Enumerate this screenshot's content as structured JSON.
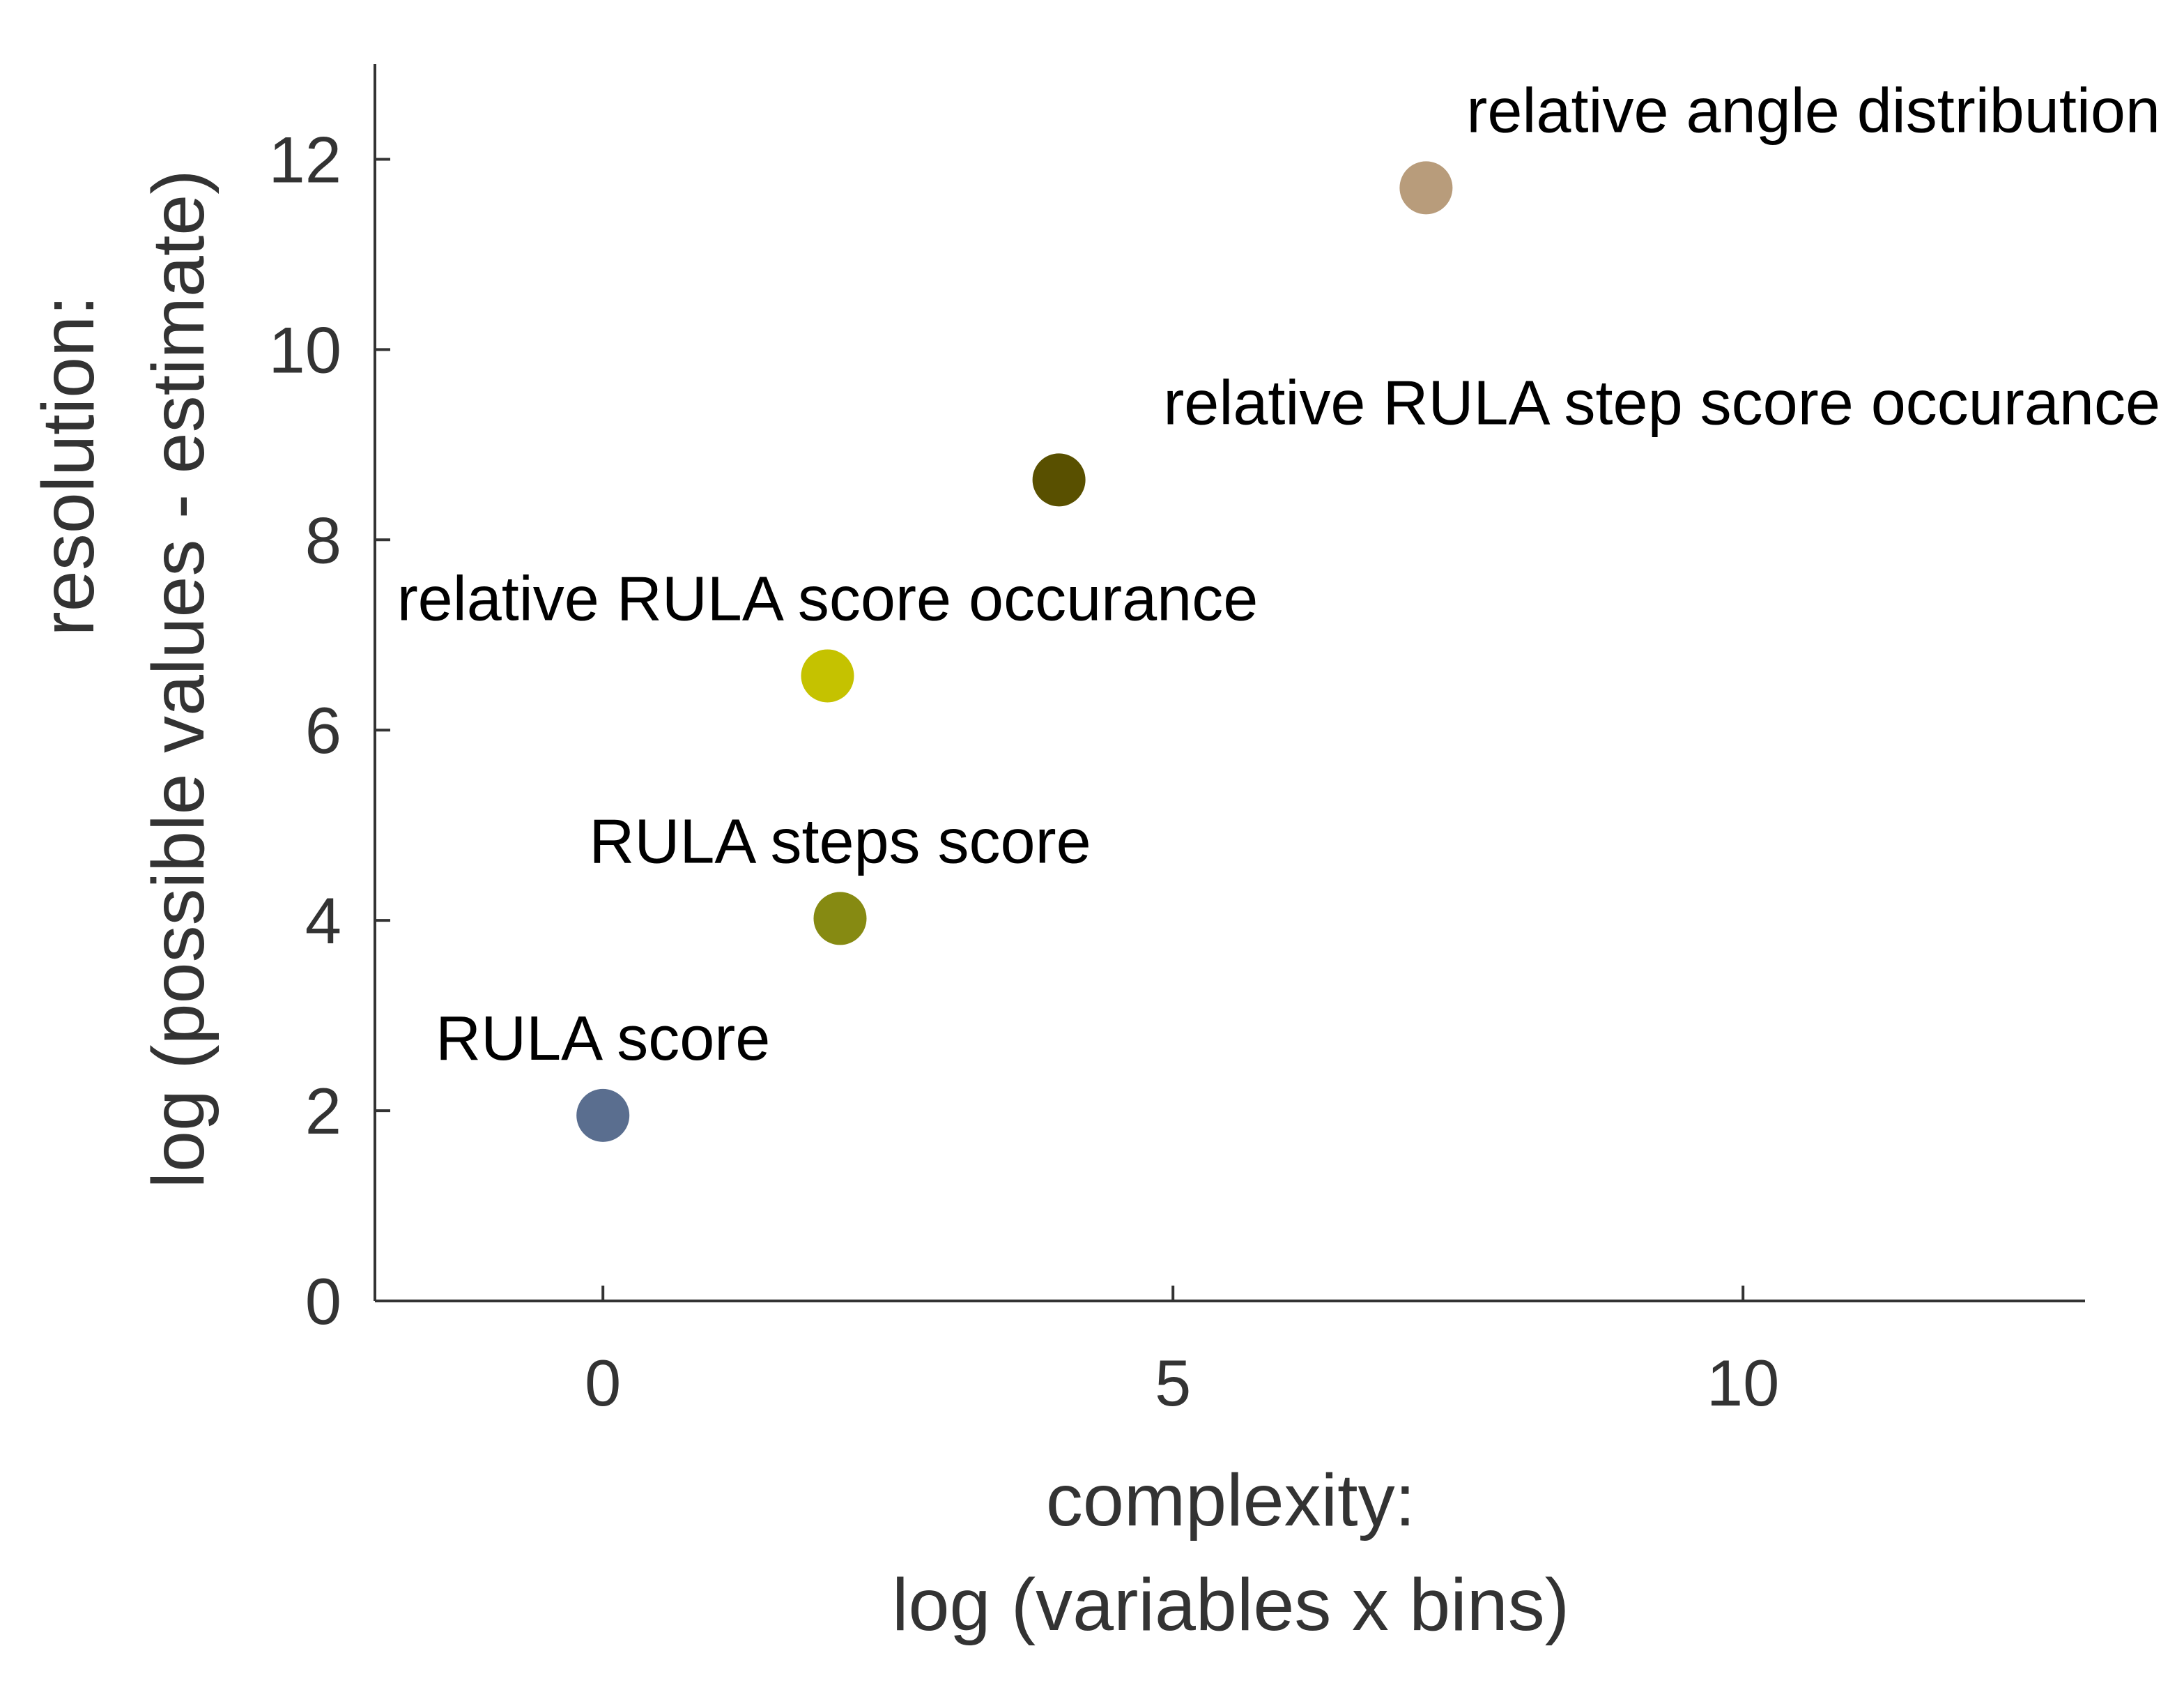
{
  "chart_data": {
    "type": "scatter",
    "title": "",
    "xlabel": [
      "complexity:",
      "log (variables x bins)"
    ],
    "ylabel": [
      "resolution:",
      "log (possible values - estimate)"
    ],
    "xlim": [
      -2,
      13
    ],
    "ylim": [
      0,
      13
    ],
    "xticks": [
      0,
      5,
      10
    ],
    "yticks": [
      0,
      2,
      4,
      6,
      8,
      10,
      12
    ],
    "grid": false,
    "legend": "none",
    "points": [
      {
        "label": "RULA score",
        "x": 0.0,
        "y": 1.95,
        "color": "#5a6e8f"
      },
      {
        "label": "RULA steps score",
        "x": 2.08,
        "y": 4.02,
        "color": "#868a12"
      },
      {
        "label": "relative RULA score occurance",
        "x": 1.97,
        "y": 6.57,
        "color": "#c5c200"
      },
      {
        "label": "relative RULA step score occurance",
        "x": 4.0,
        "y": 8.63,
        "color": "#595000"
      },
      {
        "label": "relative angle distribution",
        "x": 7.22,
        "y": 11.7,
        "color": "#b89c7b"
      }
    ]
  }
}
